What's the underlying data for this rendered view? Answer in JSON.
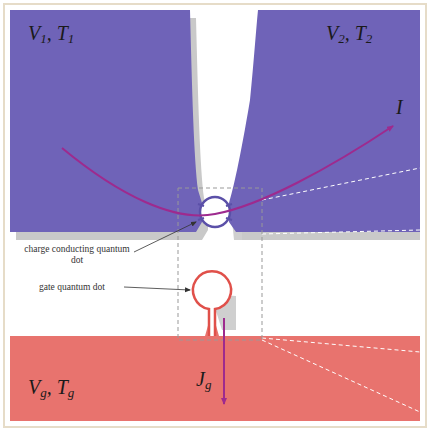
{
  "diagram": {
    "nodes": [
      {
        "text": [
          "V1, T1"
        ]
      },
      {
        "text": [
          "V2, T2"
        ]
      },
      {
        "text": [
          "Vg, Tg"
        ]
      }
    ],
    "labels": [
      "I",
      "Jg",
      "charge conducting quantum dot",
      "gate quantum dot"
    ]
  }
}
